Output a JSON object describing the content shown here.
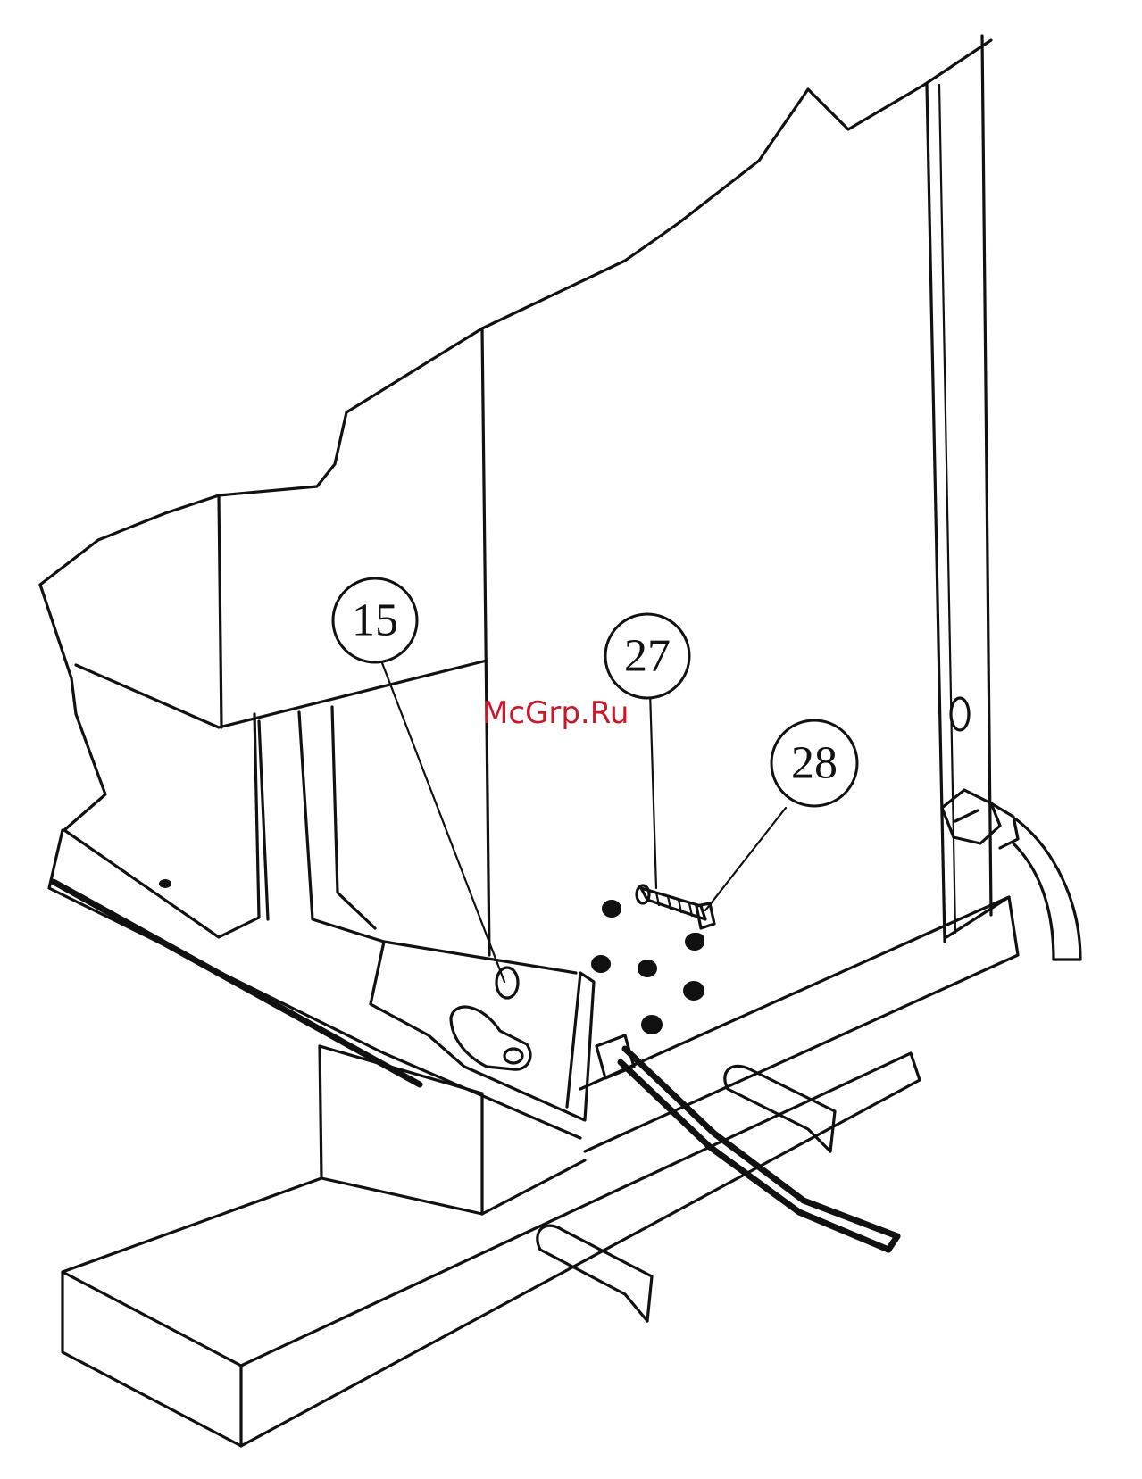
{
  "callouts": [
    {
      "id": "15",
      "label": "15"
    },
    {
      "id": "27",
      "label": "27"
    },
    {
      "id": "28",
      "label": "28"
    }
  ],
  "watermark": {
    "text": "McGrp.Ru",
    "color": "#c8182a"
  },
  "colors": {
    "ink": "#111111",
    "background": "#ffffff"
  }
}
